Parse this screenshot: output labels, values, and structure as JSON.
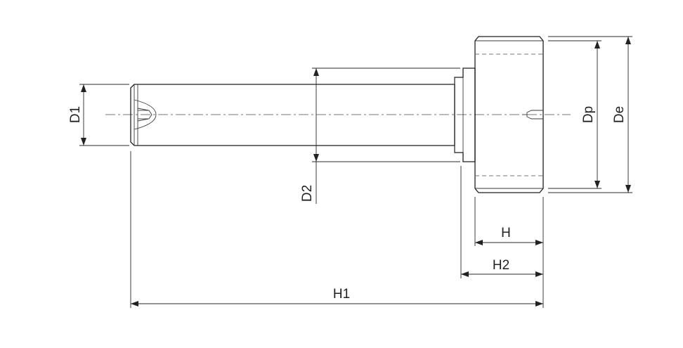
{
  "labels": {
    "d1": "D1",
    "d2": "D2",
    "dp": "Dp",
    "de": "De",
    "h": "H",
    "h2": "H2",
    "h1": "H1"
  },
  "colors": {
    "line": "#1f1f1f",
    "centerline": "#777777",
    "background": "#ffffff"
  }
}
